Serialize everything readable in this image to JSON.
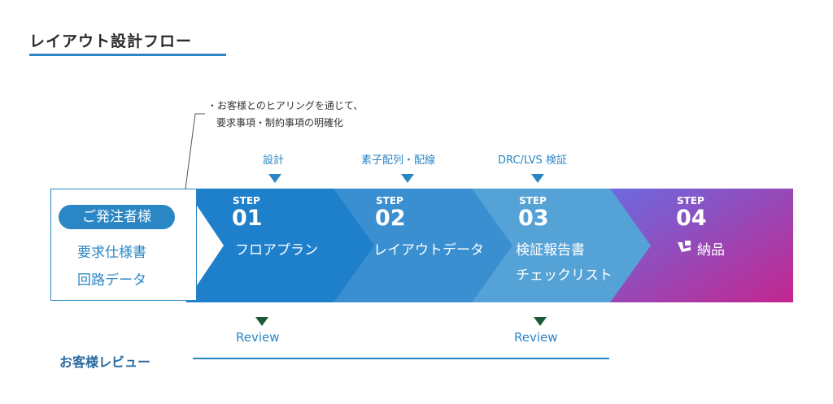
{
  "title": "レイアウト設計フロー",
  "note": {
    "line1": "・お客様とのヒアリングを通じて、",
    "line2": "要求事項・制約事項の明確化"
  },
  "phases": [
    "設計",
    "素子配列・配線",
    "DRC/LVS 検証"
  ],
  "client": {
    "pill": "ご発注者様",
    "items": [
      "要求仕様書",
      "回路データ"
    ]
  },
  "steps": [
    {
      "label": "STEP",
      "num": "01",
      "desc": [
        "フロアプラン"
      ],
      "color": "#1e7fcb"
    },
    {
      "label": "STEP",
      "num": "02",
      "desc": [
        "レイアウトデータ"
      ],
      "color": "#3a8fd0"
    },
    {
      "label": "STEP",
      "num": "03",
      "desc": [
        "検証報告書",
        "チェックリスト"
      ],
      "color": "#55a3d6"
    },
    {
      "label": "STEP",
      "num": "04",
      "desc": [
        "納品"
      ],
      "icon": "delivery-icon",
      "color_from": "#6a6be0",
      "color_to": "#c4268f"
    }
  ],
  "reviews": [
    "Review",
    "Review"
  ],
  "review_title": "お客様レビュー",
  "colors": {
    "accent": "#2a86c4",
    "review_marker": "#1e5a3a"
  }
}
